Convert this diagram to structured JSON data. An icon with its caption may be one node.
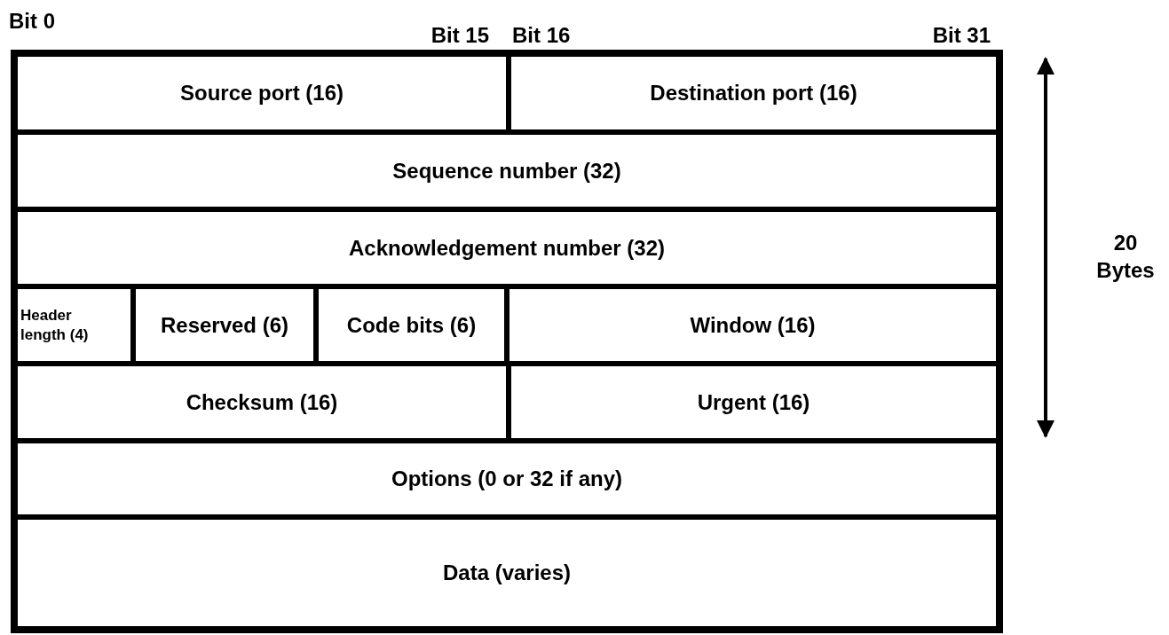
{
  "diagram": {
    "nodes": [
      {
        "text": [
          "Source port (16)"
        ]
      },
      {
        "text": [
          "Destination port (16)"
        ]
      },
      {
        "text": [
          "Sequence number (32)"
        ]
      },
      {
        "text": [
          "Acknowledgement number (32)"
        ]
      },
      {
        "text": [
          "Header length (4)"
        ]
      },
      {
        "text": [
          "Reserved (6)"
        ]
      },
      {
        "text": [
          "Code bits (6)"
        ]
      },
      {
        "text": [
          "Window (16)"
        ]
      },
      {
        "text": [
          "Checksum (16)"
        ]
      },
      {
        "text": [
          "Urgent (16)"
        ]
      },
      {
        "text": [
          "Options (0 or 32 if any)"
        ]
      },
      {
        "text": [
          "Data (varies)"
        ]
      }
    ],
    "labels": [
      "Bit 0",
      "Bit 15",
      "Bit 16",
      "Bit 31",
      "20 Bytes"
    ]
  }
}
